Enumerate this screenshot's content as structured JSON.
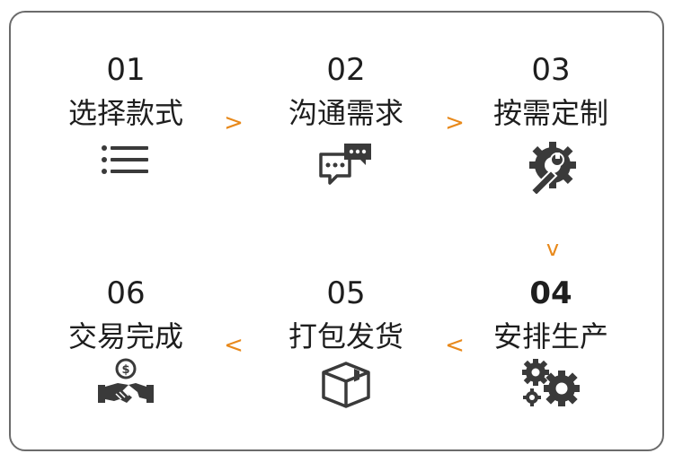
{
  "steps": [
    {
      "number": "01",
      "label": "选择款式",
      "icon": "list-icon"
    },
    {
      "number": "02",
      "label": "沟通需求",
      "icon": "chat-bubbles-icon"
    },
    {
      "number": "03",
      "label": "按需定制",
      "icon": "wrench-gear-icon"
    },
    {
      "number": "04",
      "label": "安排生产",
      "icon": "gears-icon"
    },
    {
      "number": "05",
      "label": "打包发货",
      "icon": "package-box-icon"
    },
    {
      "number": "06",
      "label": "交易完成",
      "icon": "handshake-money-icon"
    }
  ],
  "arrows": {
    "a1": ">",
    "a2": ">",
    "a3": "v",
    "a4": "<",
    "a5": "<"
  },
  "colors": {
    "arrow": "#e8891b",
    "text": "#1e1e1e",
    "icon": "#3a3a3a",
    "border": "#6b6b6b"
  }
}
